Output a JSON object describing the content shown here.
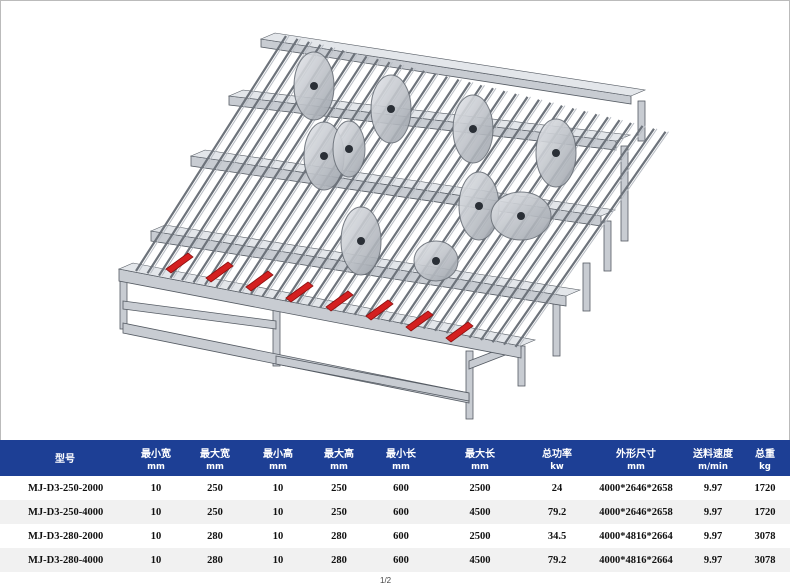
{
  "figure": {
    "description_icon": "machine-illustration"
  },
  "table": {
    "headers": [
      {
        "label": "型号",
        "unit": ""
      },
      {
        "label": "最小宽",
        "unit": "mm"
      },
      {
        "label": "最大宽",
        "unit": "mm"
      },
      {
        "label": "最小高",
        "unit": "mm"
      },
      {
        "label": "最大高",
        "unit": "mm"
      },
      {
        "label": "最小长",
        "unit": "mm"
      },
      {
        "label": "最大长",
        "unit": "mm"
      },
      {
        "label": "总功率",
        "unit": "kw"
      },
      {
        "label": "外形尺寸",
        "unit": "mm"
      },
      {
        "label": "送料速度",
        "unit": "m/min"
      },
      {
        "label": "总重",
        "unit": "kg"
      }
    ],
    "rows": [
      [
        "MJ-D3-250-2000",
        "10",
        "250",
        "10",
        "250",
        "600",
        "2500",
        "24",
        "4000*2646*2658",
        "9.97",
        "1720"
      ],
      [
        "MJ-D3-250-4000",
        "10",
        "250",
        "10",
        "250",
        "600",
        "4500",
        "79.2",
        "4000*2646*2658",
        "9.97",
        "1720"
      ],
      [
        "MJ-D3-280-2000",
        "10",
        "280",
        "10",
        "280",
        "600",
        "2500",
        "34.5",
        "4000*4816*2664",
        "9.97",
        "3078"
      ],
      [
        "MJ-D3-280-4000",
        "10",
        "280",
        "10",
        "280",
        "600",
        "4500",
        "79.2",
        "4000*4816*2664",
        "9.97",
        "3078"
      ]
    ]
  },
  "page_number": "1/2",
  "colors": {
    "header_bg": "#1d3f95",
    "feed_rollers": "#d42020",
    "frame": "#c8ccd2"
  }
}
